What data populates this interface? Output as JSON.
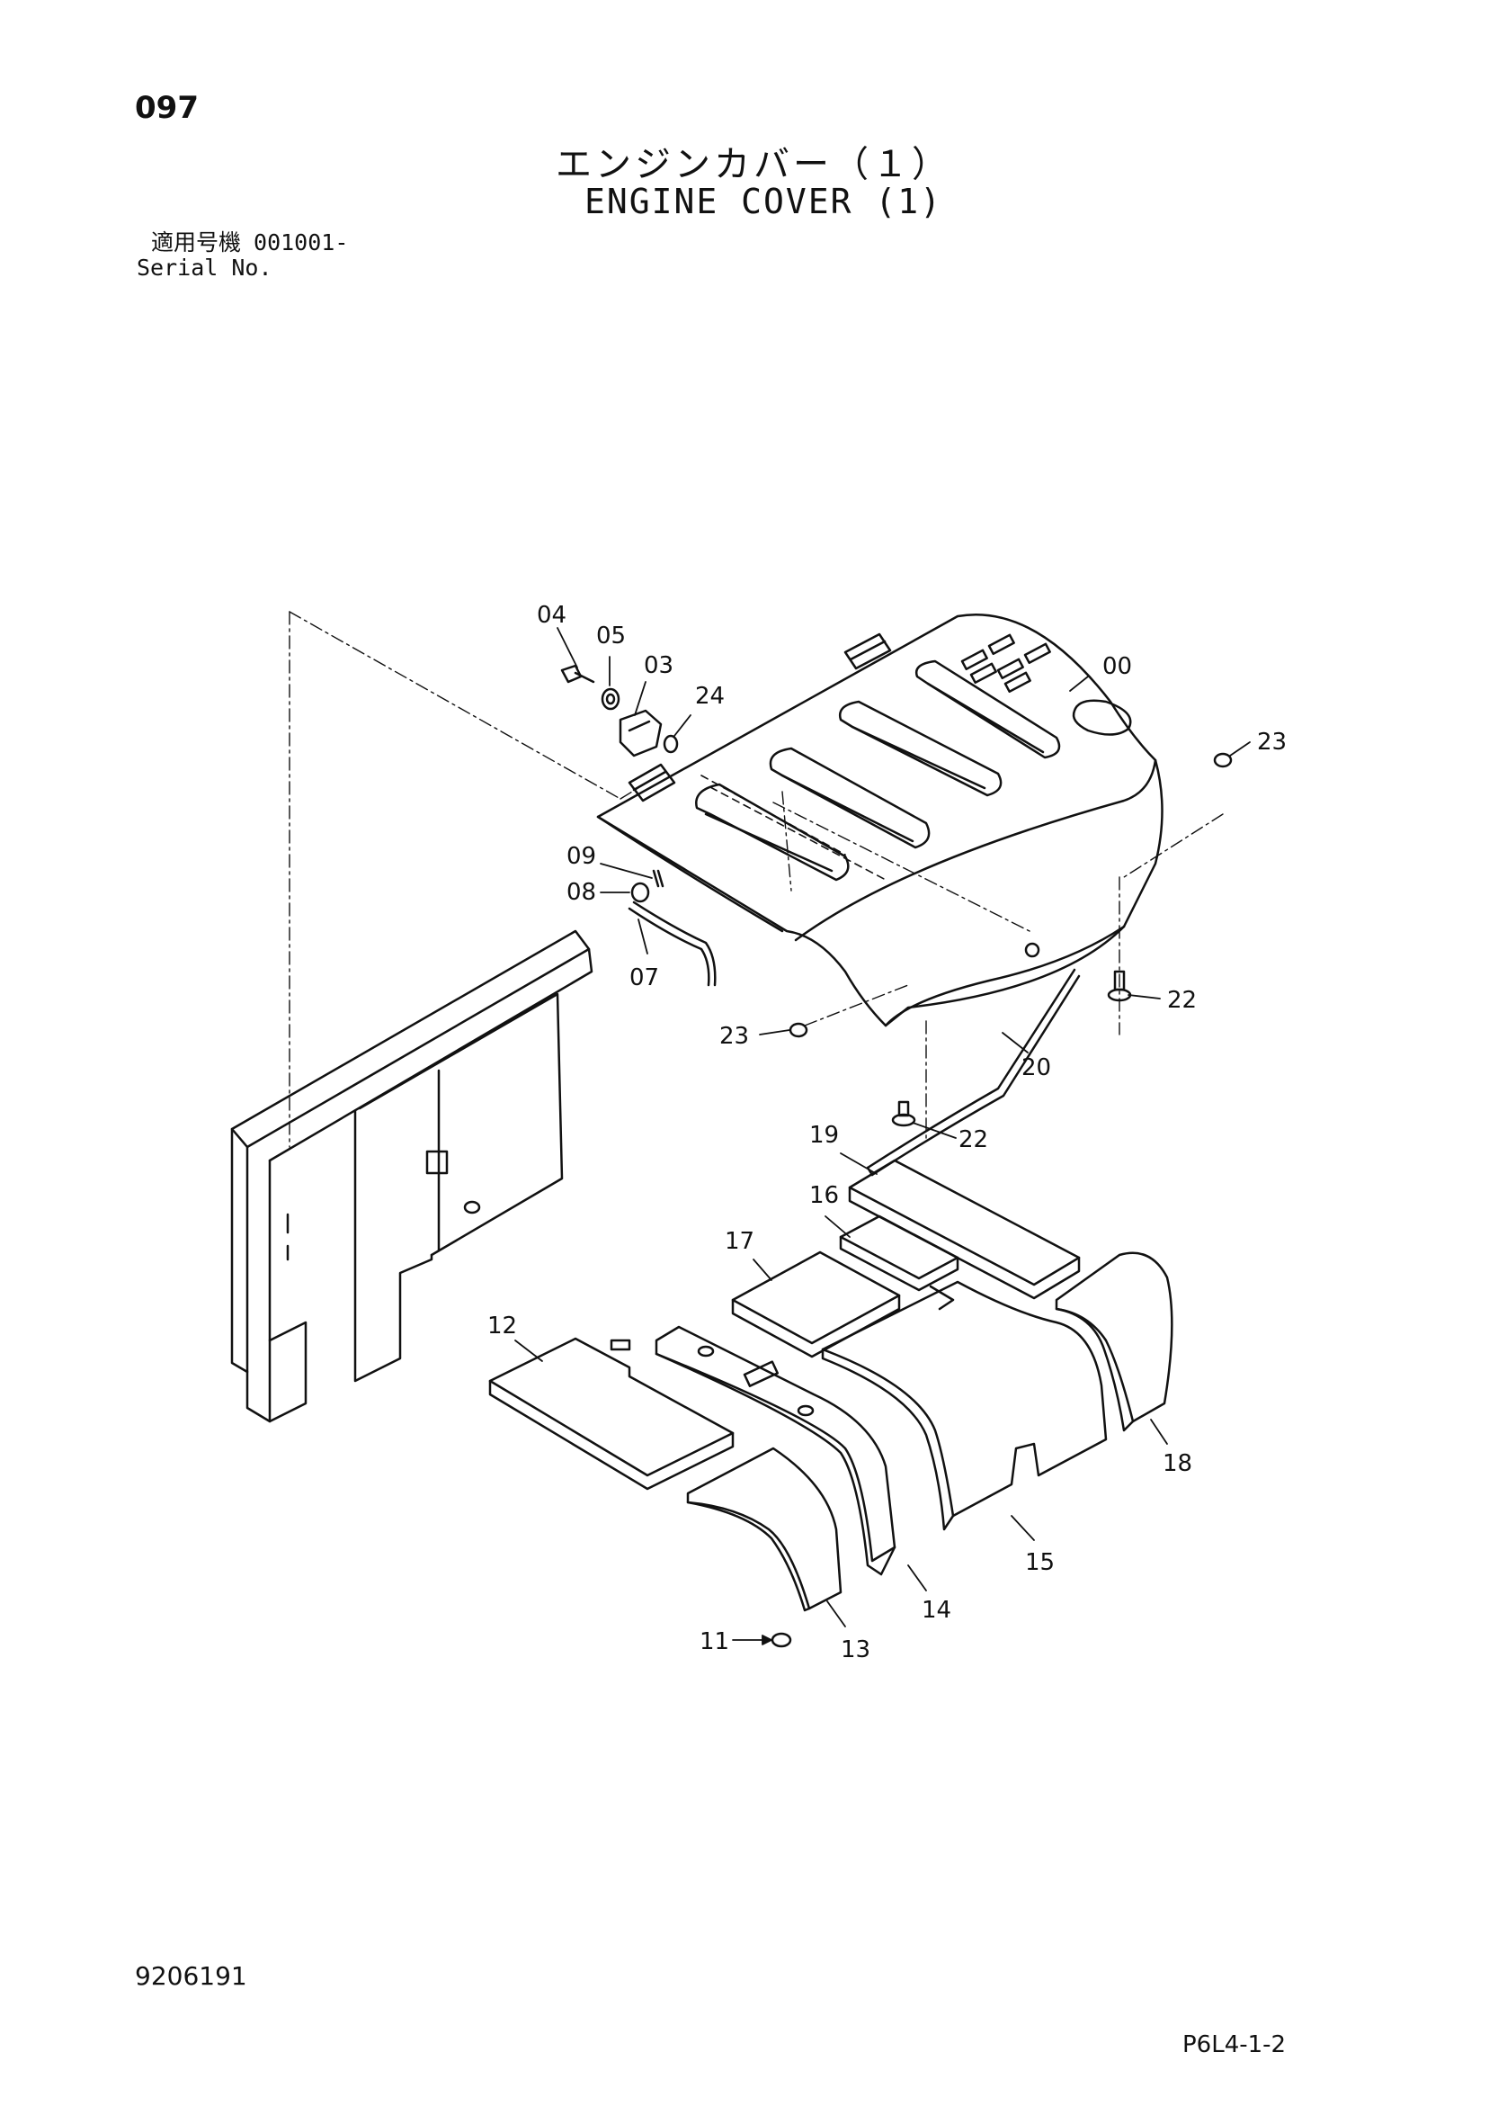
{
  "page_number": "097",
  "title": {
    "japanese": "エンジンカバー（１）",
    "english": "ENGINE COVER (1)"
  },
  "serial": {
    "label_jp": "適用号機",
    "label_en": "Serial No.",
    "range": "001001-"
  },
  "callouts": [
    {
      "label": "00",
      "part": "engine-cover"
    },
    {
      "label": "03",
      "part": "latch"
    },
    {
      "label": "04",
      "part": "bolt"
    },
    {
      "label": "05",
      "part": "washer"
    },
    {
      "label": "07",
      "part": "stay-rod"
    },
    {
      "label": "08",
      "part": "washer"
    },
    {
      "label": "09",
      "part": "pin"
    },
    {
      "label": "11",
      "part": "nut"
    },
    {
      "label": "12",
      "part": "insulation-pad"
    },
    {
      "label": "13",
      "part": "insulation-pad"
    },
    {
      "label": "14",
      "part": "insulation-pad"
    },
    {
      "label": "15",
      "part": "insulation-pad"
    },
    {
      "label": "16",
      "part": "insulation-pad"
    },
    {
      "label": "17",
      "part": "insulation-pad"
    },
    {
      "label": "18",
      "part": "insulation-pad"
    },
    {
      "label": "19",
      "part": "insulation-pad"
    },
    {
      "label": "20",
      "part": "seal"
    },
    {
      "label": "22",
      "part": "bolt"
    },
    {
      "label": "23",
      "part": "nut"
    },
    {
      "label": "24",
      "part": "bushing"
    }
  ],
  "doc_id": "9206191",
  "sheet_code": "P6L4-1-2"
}
